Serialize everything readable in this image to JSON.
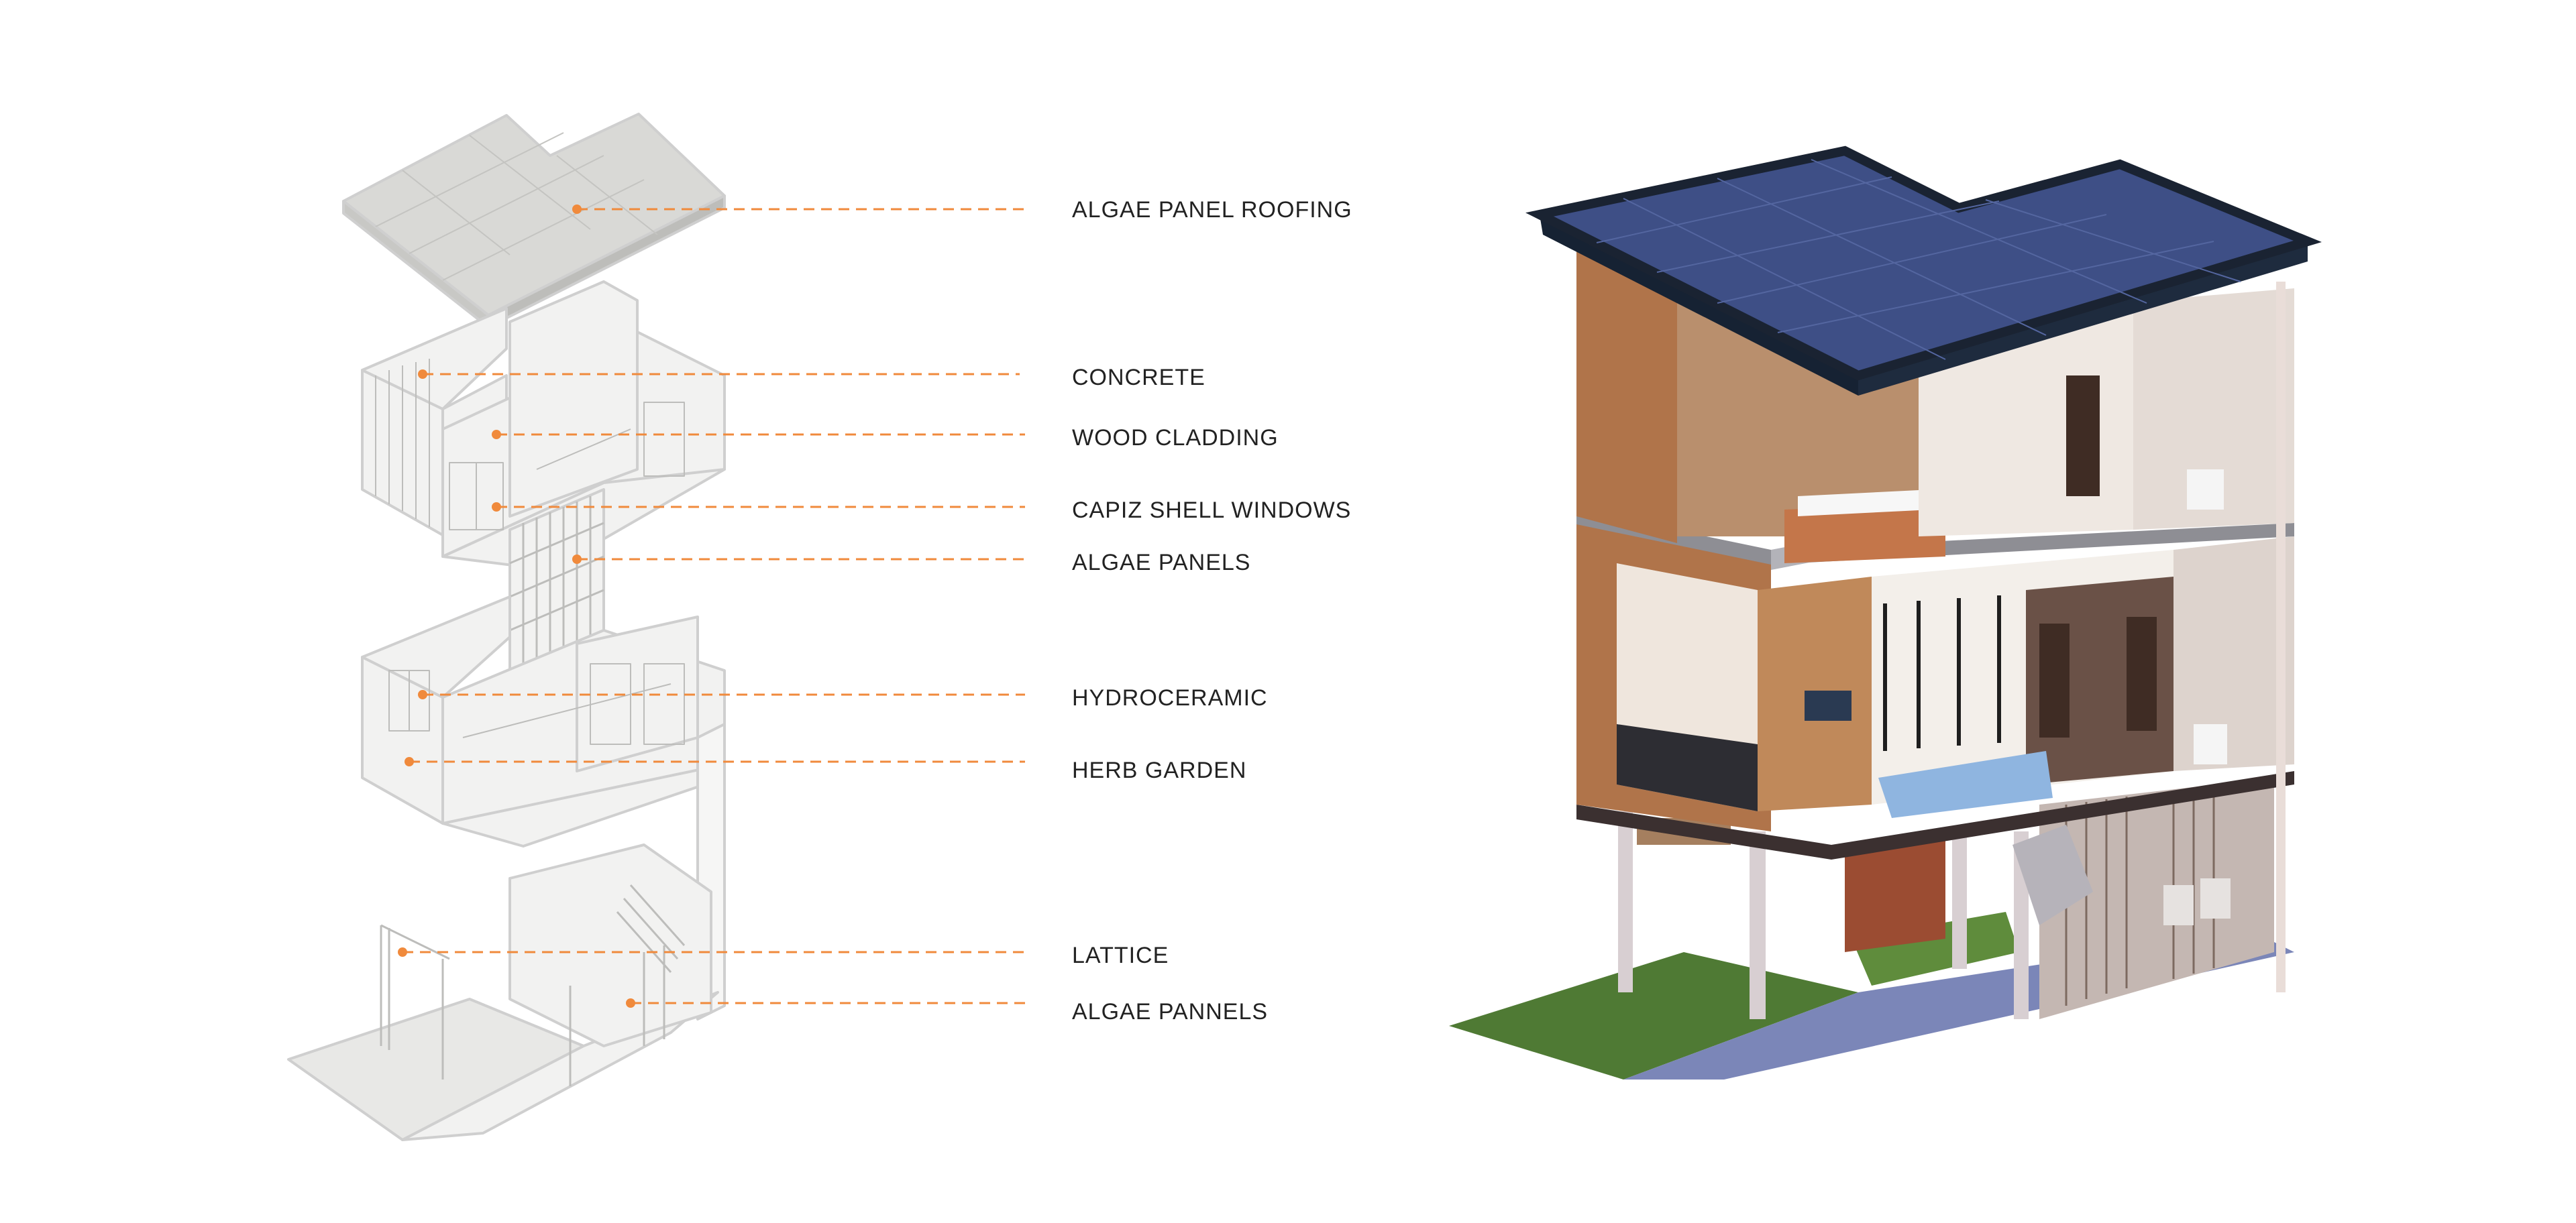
{
  "diagram": {
    "accent_color": "#f08a3c",
    "exploded_line_color": "#cfcfcf",
    "labels": [
      "ALGAE PANEL ROOFING",
      "CONCRETE",
      "WOOD CLADDING",
      "CAPIZ SHELL WINDOWS",
      "ALGAE PANELS",
      "HYDROCERAMIC",
      "HERB GARDEN",
      "LATTICE",
      "ALGAE PANNELS"
    ]
  }
}
